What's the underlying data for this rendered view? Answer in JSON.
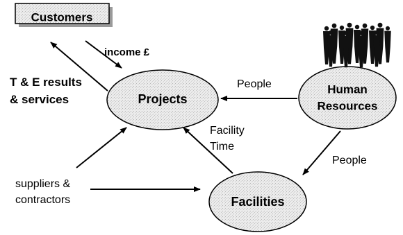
{
  "nodes": {
    "customers": "Customers",
    "projects": "Projects",
    "human_resources_line1": "Human",
    "human_resources_line2": "Resources",
    "facilities": "Facilities"
  },
  "edge_labels": {
    "income": "income £",
    "results_line1": "T & E results",
    "results_line2": "& services",
    "people_to_projects": "People",
    "people_to_facilities": "People",
    "facility_time_line1": "Facility",
    "facility_time_line2": "Time",
    "suppliers_line1": "suppliers &",
    "suppliers_line2": "contractors"
  },
  "icons": {
    "crowd": "people-group-icon"
  },
  "colors": {
    "shape_fill": "#e9e9e9",
    "stroke": "#000000",
    "text": "#000000"
  }
}
